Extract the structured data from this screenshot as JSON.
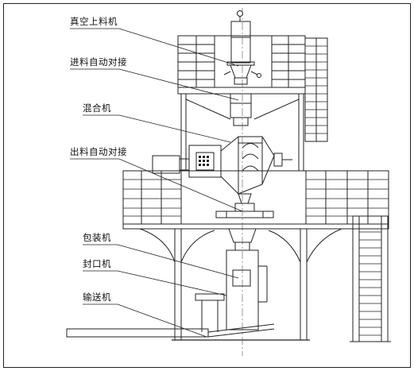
{
  "diagram": {
    "labels": {
      "vacuum_loader": "真空上料机",
      "feed_docking": "进料自动对接",
      "mixer": "混合机",
      "discharge_docking": "出料自动对接",
      "packaging_machine": "包装机",
      "sealing_machine": "封口机",
      "conveyor": "输送机"
    }
  }
}
